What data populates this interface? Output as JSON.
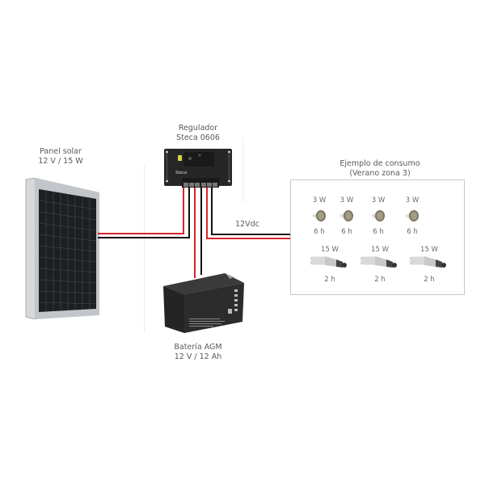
{
  "panel": {
    "title": "Panel solar",
    "spec": "12 V / 15 W"
  },
  "regulator": {
    "title": "Regulador",
    "model": "Steca 0606",
    "brand": "Steca"
  },
  "battery": {
    "title": "Batería AGM",
    "spec": "12 V / 12 Ah"
  },
  "output": {
    "voltage_label": "12Vdc"
  },
  "consumption": {
    "title": "Ejemplo de consumo",
    "subtitle": "(Verano zona 3)",
    "led_lamps": [
      {
        "power": "3 W",
        "hours": "6 h"
      },
      {
        "power": "3 W",
        "hours": "6 h"
      },
      {
        "power": "3 W",
        "hours": "6 h"
      },
      {
        "power": "3 W",
        "hours": "6 h"
      }
    ],
    "cfl_lamps": [
      {
        "power": "15 W",
        "hours": "2 h"
      },
      {
        "power": "15 W",
        "hours": "2 h"
      },
      {
        "power": "15 W",
        "hours": "2 h"
      }
    ]
  },
  "colors": {
    "positive_wire": "#d9232a",
    "negative_wire": "#111111",
    "device_body": "#2b2b2b",
    "frame": "#c9ccd0"
  }
}
